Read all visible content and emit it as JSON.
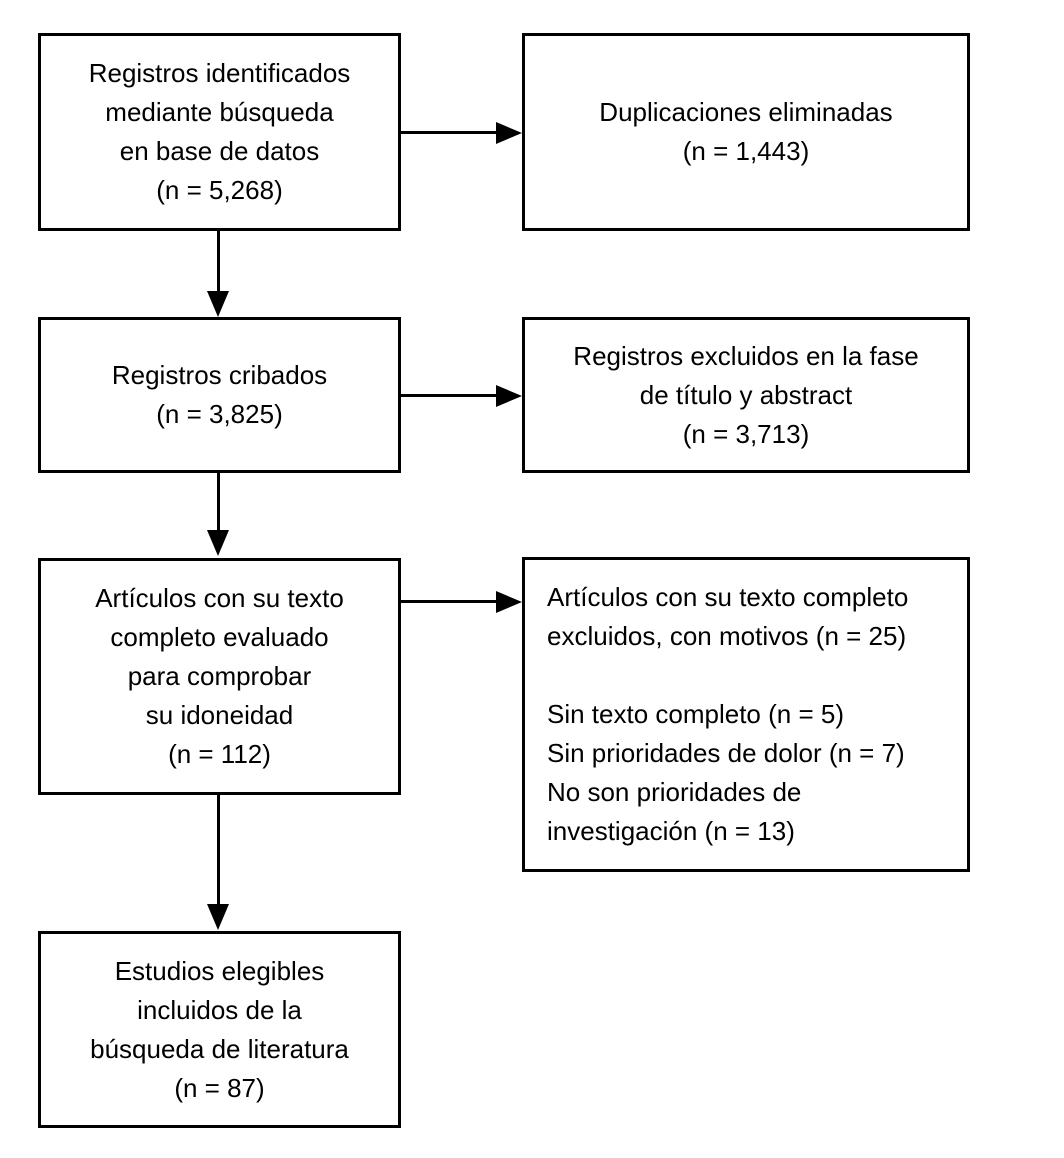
{
  "diagram": {
    "type": "flowchart",
    "language": "es",
    "colors": {
      "background": "#ffffff",
      "border": "#000000",
      "text": "#000000",
      "arrow": "#000000"
    },
    "boxes": [
      {
        "id": "records-identified",
        "text": "Registros identificados\nmediante búsqueda\nen base de datos\n(n = 5,268)",
        "n": "5,268"
      },
      {
        "id": "duplicates-removed",
        "text": "Duplicaciones eliminadas\n(n = 1,443)",
        "n": "1,443"
      },
      {
        "id": "records-screened",
        "text": "Registros cribados\n(n = 3,825)",
        "n": "3,825"
      },
      {
        "id": "records-excluded-title-abstract",
        "text": "Registros excluidos en la fase\nde título y abstract\n(n = 3,713)",
        "n": "3,713"
      },
      {
        "id": "fulltext-assessed",
        "text": "Artículos con su texto\ncompleto evaluado\npara comprobar\nsu idoneidad\n(n = 112)",
        "n": "112"
      },
      {
        "id": "fulltext-excluded-reasons",
        "text": "Artículos con su texto completo\nexcluidos, con motivos (n = 25)\n\nSin texto completo (n = 5)\nSin prioridades de dolor (n = 7)\nNo son prioridades de\ninvestigación (n = 13)",
        "n": "25"
      },
      {
        "id": "studies-included",
        "text": "Estudios elegibles\nincluidos de la\nbúsqueda de literatura\n(n = 87)",
        "n": "87"
      }
    ]
  }
}
